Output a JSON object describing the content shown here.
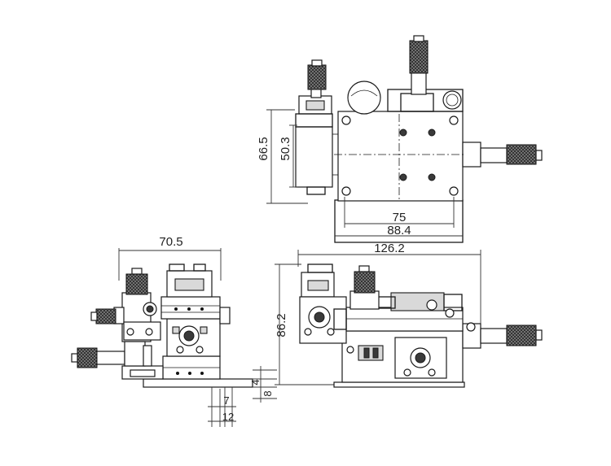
{
  "dimensions": {
    "top_view": {
      "height_outer": "66.5",
      "height_inner": "50.3",
      "width_inner": "75",
      "width_mid": "88.4",
      "width_outer": "126.2"
    },
    "side_view": {
      "width": "70.5",
      "step_a": "7",
      "step_b": "12",
      "step_c": "4",
      "step_d": "8"
    },
    "front_view": {
      "height": "86.2"
    }
  }
}
